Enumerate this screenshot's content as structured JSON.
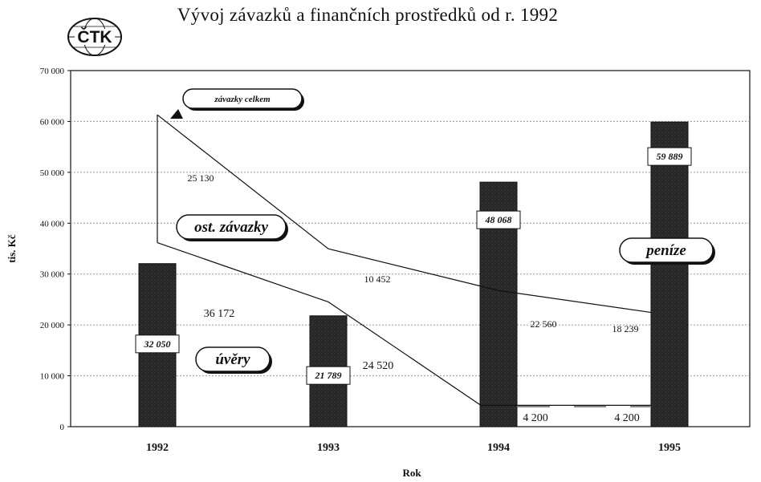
{
  "logo_text": "ČTK",
  "chart_data": {
    "type": "bar",
    "title": "Vývoj závazků a finančních prostředků od r. 1992",
    "xlabel": "Rok",
    "ylabel": "tis. Kč",
    "ylim": [
      0,
      70000
    ],
    "yticks": [
      0,
      10000,
      20000,
      30000,
      40000,
      50000,
      60000,
      70000
    ],
    "ytick_labels": [
      "0",
      "10 000",
      "20 000",
      "30 000",
      "40 000",
      "50 000",
      "60 000",
      "70 000"
    ],
    "grid": true,
    "categories": [
      "1992",
      "1993",
      "1994",
      "1995"
    ],
    "series": [
      {
        "name": "peníze",
        "type": "bar",
        "values": [
          32050,
          21789,
          48068,
          59889
        ],
        "labels": [
          "32 050",
          "21 789",
          "48 068",
          "59 889"
        ]
      },
      {
        "name": "úvěry",
        "type": "line",
        "values": [
          36172,
          24520,
          4200,
          4200
        ]
      },
      {
        "name": "závazky celkem",
        "type": "line",
        "values": [
          61302,
          34972,
          26760,
          22439
        ]
      }
    ],
    "annotations": {
      "ost_zavazky_values": [
        "25 130",
        "10 452",
        "22 560",
        "18 239"
      ],
      "uvery_values": [
        "36 172",
        "24 520",
        "4 200",
        "4 200"
      ],
      "callouts": {
        "zavazky_celkem": "závazky celkem",
        "ost_zavazky": "ost. závazky",
        "uvery": "úvěry",
        "penize": "peníze"
      }
    }
  }
}
